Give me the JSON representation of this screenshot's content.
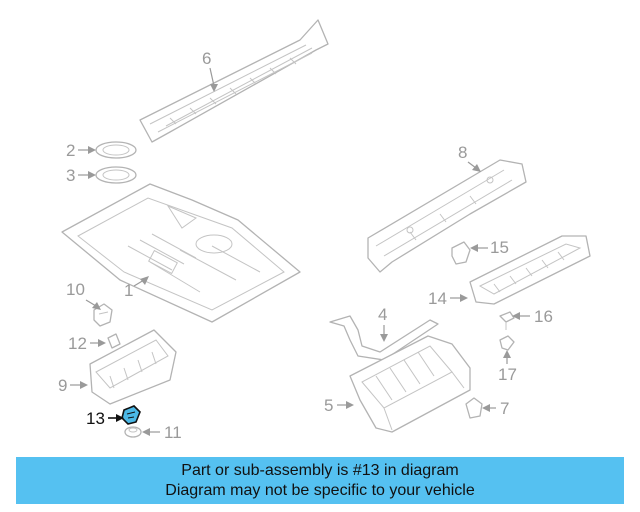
{
  "diagram": {
    "callouts": {
      "c1": "1",
      "c2": "2",
      "c3": "3",
      "c4": "4",
      "c5": "5",
      "c6": "6",
      "c7": "7",
      "c8": "8",
      "c9": "9",
      "c10": "10",
      "c11": "11",
      "c12": "12",
      "c13": "13",
      "c14": "14",
      "c15": "15",
      "c16": "16",
      "c17": "17"
    },
    "highlighted_part": "13",
    "highlight_color": "#4bb8e6"
  },
  "footer": {
    "line1": "Part or sub-assembly is #13 in diagram",
    "line2": "Diagram may not be specific to your vehicle",
    "background": "#55c1f1"
  }
}
